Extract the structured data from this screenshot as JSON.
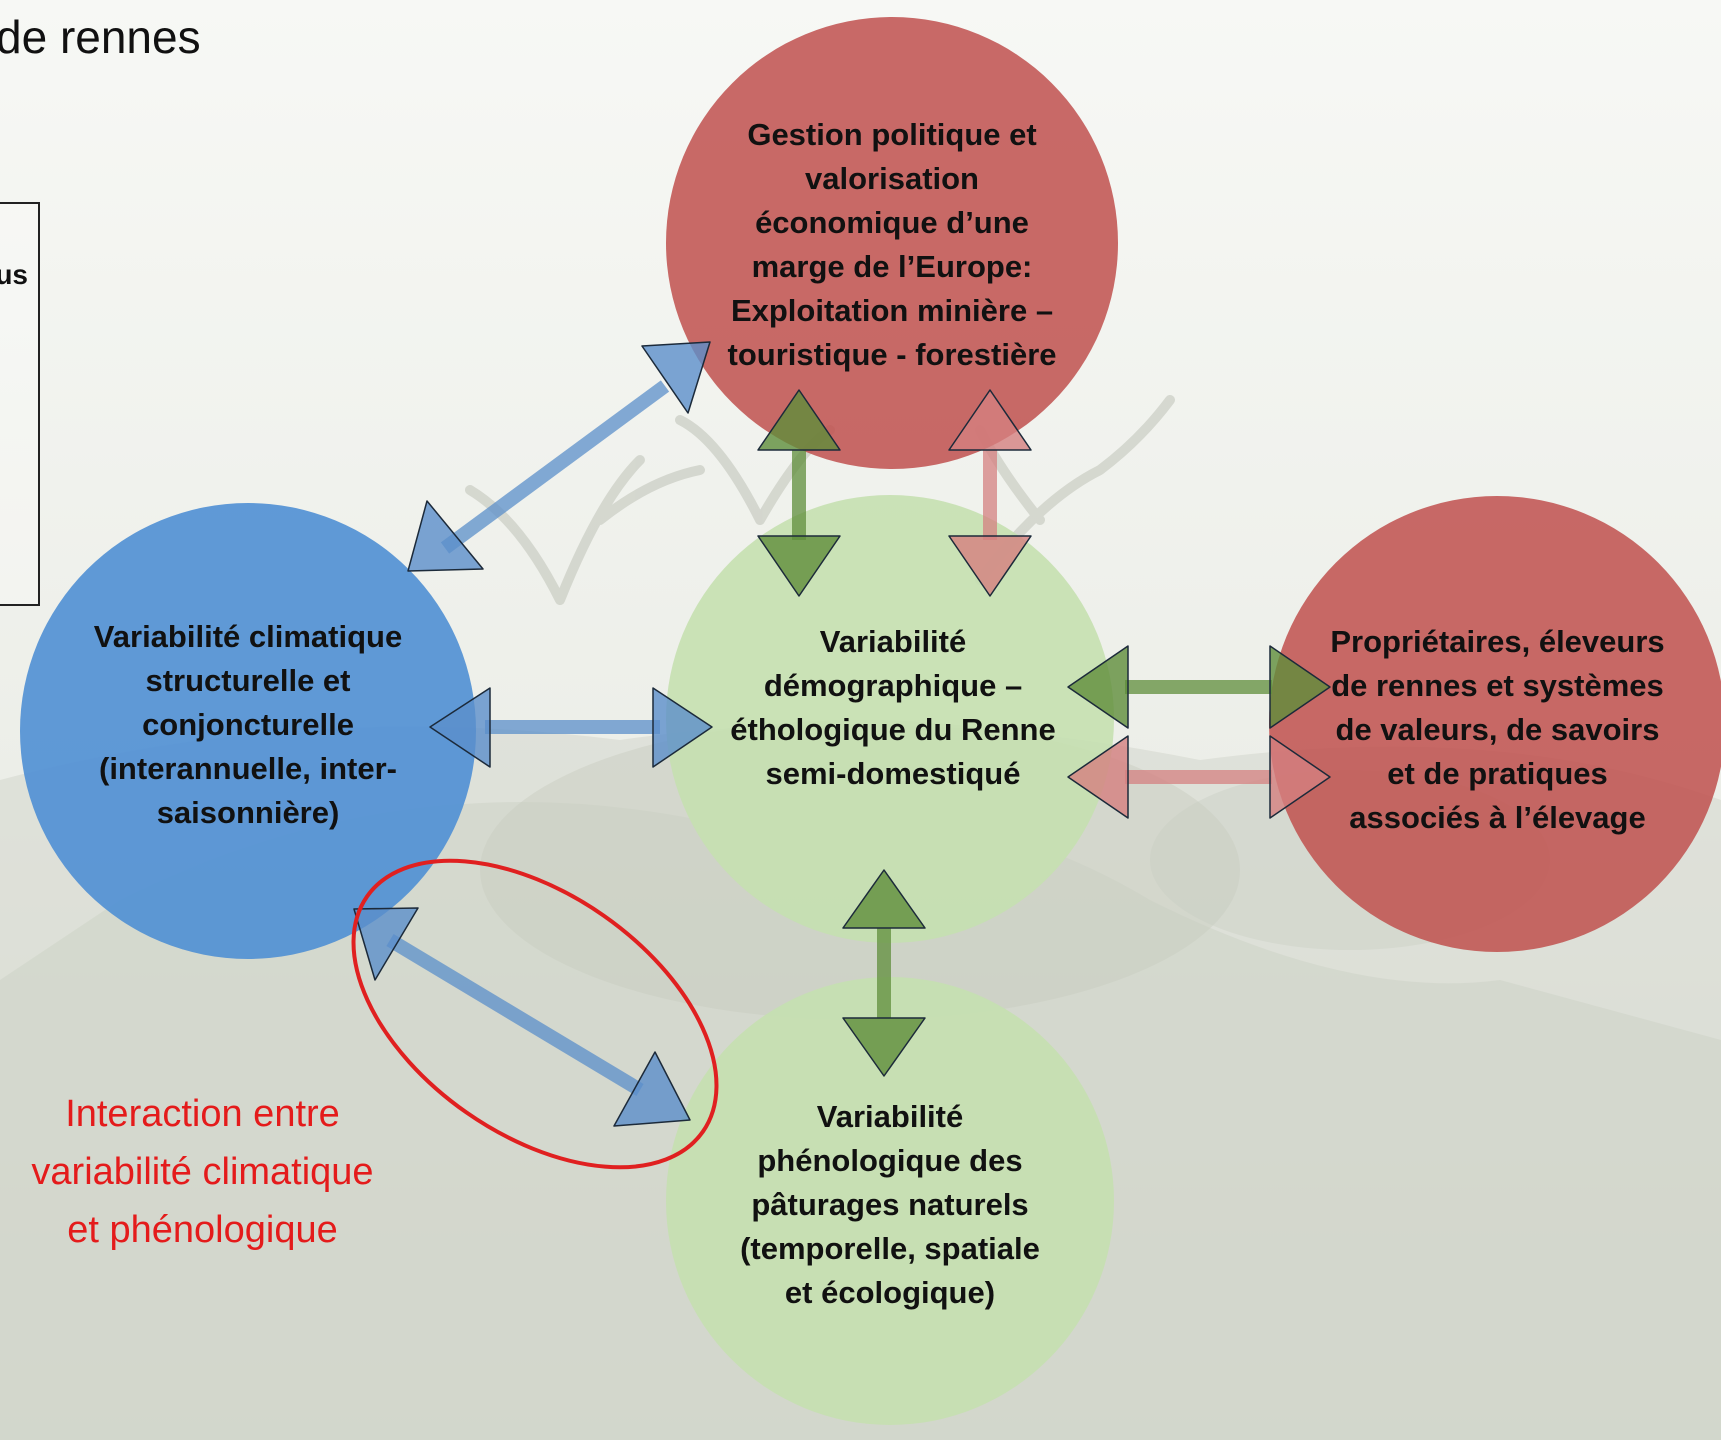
{
  "title_fragment": "de rennes",
  "legend": {
    "visible_text": "us"
  },
  "nodes": {
    "politique": {
      "label": "Gestion politique et valorisation économique d’une marge de l’Europe: Exploitation minière – touristique - forestière",
      "color": "#c0504d"
    },
    "climat": {
      "label": "Variabilité climatique structurelle et conjoncturelle (interannuelle, inter-saisonnière)",
      "color": "#4f8fd4"
    },
    "renne": {
      "label": "Variabilité démographique – éthologique du Renne semi-domestiqué",
      "color": "#c5e0b0"
    },
    "proprietaires": {
      "label": "Propriétaires, éleveurs de rennes et systèmes de valeurs, de savoirs et de pratiques associés à l’élevage",
      "color": "#c0504d"
    },
    "paturages": {
      "label": "Variabilité phénologique des pâturages naturels (temporelle, spatiale et écologique)",
      "color": "#c5e0b0"
    }
  },
  "annotation": {
    "text": "Interaction entre variabilité climatique et phénologique",
    "color": "#e41b1b"
  },
  "colors": {
    "blue_arrow": "#5b8fca",
    "green_arrow": "#5f8d3b",
    "red_arrow": "#d48080",
    "highlight_ellipse": "#e02020"
  }
}
